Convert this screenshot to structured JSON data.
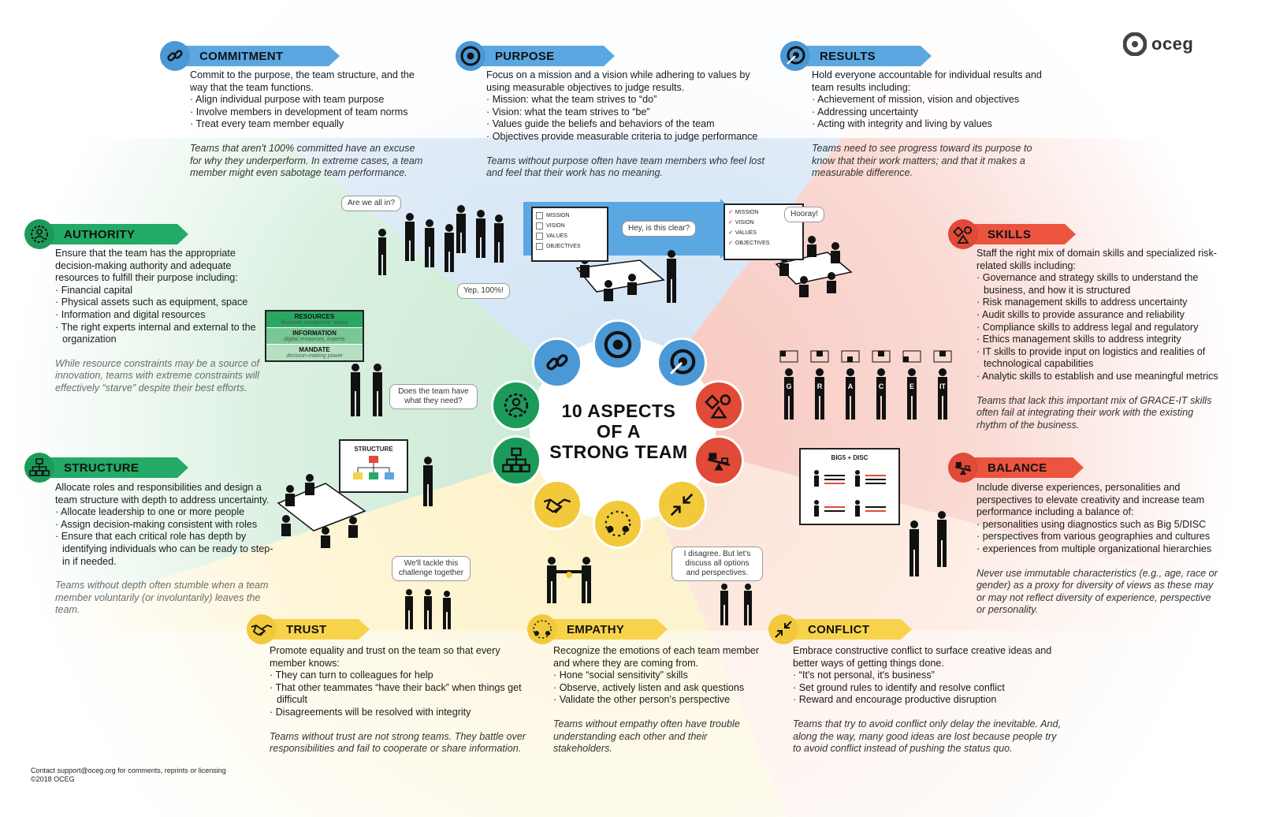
{
  "logo": {
    "text": "oceg"
  },
  "center": {
    "line1": "10 ASPECTS",
    "line2": "OF A",
    "line3": "STRONG TEAM"
  },
  "colors": {
    "blue": "#5aa7e2",
    "green": "#22aa66",
    "red": "#ec5440",
    "yellow": "#f7d34c"
  },
  "commitment": {
    "title": "COMMITMENT",
    "icon": "chain-link-icon",
    "intro": "Commit to the purpose, the team structure, and the way that the team functions.",
    "bullets": [
      "Align individual purpose with team purpose",
      "Involve members in development of team norms",
      "Treat every team member equally"
    ],
    "note": "Teams that aren't 100% committed have an excuse for why they underperform. In extreme cases, a team member might even sabotage team performance."
  },
  "purpose": {
    "title": "PURPOSE",
    "icon": "target-icon",
    "intro": "Focus on a mission and a vision while adhering to values by using measurable objectives to judge results.",
    "bullets": [
      "Mission: what the team strives to “do”",
      "Vision: what the team strives to “be”",
      "Values guide the beliefs and behaviors of the team",
      "Objectives provide measurable criteria to judge performance"
    ],
    "note": "Teams without purpose often have team members who feel lost and feel that their work has no meaning."
  },
  "results": {
    "title": "RESULTS",
    "icon": "bullseye-arrow-icon",
    "intro": "Hold everyone accountable for individual results and team results including:",
    "bullets": [
      "Achievement of mission, vision and objectives",
      "Addressing uncertainty",
      "Acting with integrity and living by values"
    ],
    "note": "Teams need to see progress toward its purpose to know that their work matters; and that it makes a measurable difference."
  },
  "authority": {
    "title": "AUTHORITY",
    "icon": "person-gear-icon",
    "intro": "Ensure that the team has the appropriate decision-making authority and adequate resources to fulfill their purpose including:",
    "bullets": [
      "Financial capital",
      "Physical assets such as equipment, space",
      "Information and digital resources",
      "The right experts internal and external to the organization"
    ],
    "note": "While resource constraints may be a source of innovation, teams with extreme constraints will effectively “starve” despite their best efforts."
  },
  "structure": {
    "title": "STRUCTURE",
    "icon": "org-chart-icon",
    "intro": "Allocate roles and responsibilities and design a team structure with depth to address uncertainty.",
    "bullets": [
      "Allocate leadership to one or more people",
      "Assign decision-making consistent with roles",
      "Ensure that each critical role has depth by identifying individuals who can be ready to step-in if needed."
    ],
    "note": "Teams without depth often stumble when a team member voluntarily (or involuntarily) leaves the team."
  },
  "skills": {
    "title": "SKILLS",
    "icon": "shapes-icon",
    "intro": "Staff the right mix of domain skills and specialized risk-related skills including:",
    "bullets": [
      "Governance and strategy skills to understand the business, and how it is structured",
      "Risk management skills to address uncertainty",
      "Audit skills to provide assurance and reliability",
      "Compliance skills to address legal and regulatory",
      "Ethics management skills to address integrity",
      "IT skills to provide input on logistics and realities of technological capabilities",
      "Analytic skills to establish and use meaningful metrics"
    ],
    "note": "Teams that lack this important mix of GRACE-IT skills often fail at integrating their work with the existing rhythm of the business."
  },
  "balance": {
    "title": "BALANCE",
    "icon": "seesaw-icon",
    "intro": "Include diverse experiences, personalities and perspectives to elevate creativity and increase team performance including a balance of:",
    "bullets": [
      "personalities using diagnostics such as Big 5/DISC",
      "perspectives from various geographies and cultures",
      "experiences from multiple organizational hierarchies"
    ],
    "note": "Never use immutable characteristics (e.g., age, race or gender) as a proxy for diversity of views as these may or may not reflect diversity of experience, perspective or personality."
  },
  "trust": {
    "title": "TRUST",
    "icon": "handshake-icon",
    "intro": "Promote equality and trust on the team so that every member knows:",
    "bullets": [
      "They can turn to colleagues for help",
      "That other teammates “have their back” when things get difficult",
      "Disagreements will be resolved with integrity"
    ],
    "note": "Teams without trust are not strong teams.  They battle over responsibilities and fail to cooperate or share information."
  },
  "empathy": {
    "title": "EMPATHY",
    "icon": "empathy-circle-icon",
    "intro": "Recognize the emotions of each team member and where they are coming from.",
    "bullets": [
      "Hone “social sensitivity” skills",
      "Observe, actively listen and ask questions",
      "Validate the other person's perspective"
    ],
    "note": "Teams without empathy often have trouble understanding each other and their stakeholders."
  },
  "conflict": {
    "title": "CONFLICT",
    "icon": "arrows-inward-icon",
    "intro": "Embrace constructive conflict to surface creative ideas and better ways of getting things done.",
    "bullets": [
      "“It's not personal, it's business”",
      "Set ground rules to identify and resolve conflict",
      "Reward and encourage productive disruption"
    ],
    "note": "Teams that try to avoid conflict only delay the inevitable. And, along the way, many good ideas are lost because people try to avoid conflict instead of pushing the status quo."
  },
  "bubbles": {
    "are_we_all_in": "Are we all in?",
    "yep": "Yep, 100%!",
    "is_this_clear": "Hey, is this clear?",
    "hooray": "Hooray!",
    "need": "Does the team have what they need?",
    "tackle": "We'll tackle this challenge together",
    "disagree": "I disagree. But let's discuss all options and perspectives."
  },
  "purpose_board": {
    "items": [
      "MISSION",
      "VISION",
      "VALUES",
      "OBJECTIVES"
    ]
  },
  "resources_box": [
    {
      "label": "RESOURCES",
      "sub": "financial, equipment, space"
    },
    {
      "label": "INFORMATION",
      "sub": "digital resources, experts"
    },
    {
      "label": "MANDATE",
      "sub": "decision-making power"
    }
  ],
  "structure_board": {
    "label": "STRUCTURE"
  },
  "grace_it": [
    "G",
    "R",
    "A",
    "C",
    "E",
    "IT"
  ],
  "balance_board": {
    "label": "BIG5 + DISC"
  },
  "footer": {
    "line1": "Contact support@oceg.org for comments, reprints or licensing",
    "line2": "©2018 OCEG"
  }
}
